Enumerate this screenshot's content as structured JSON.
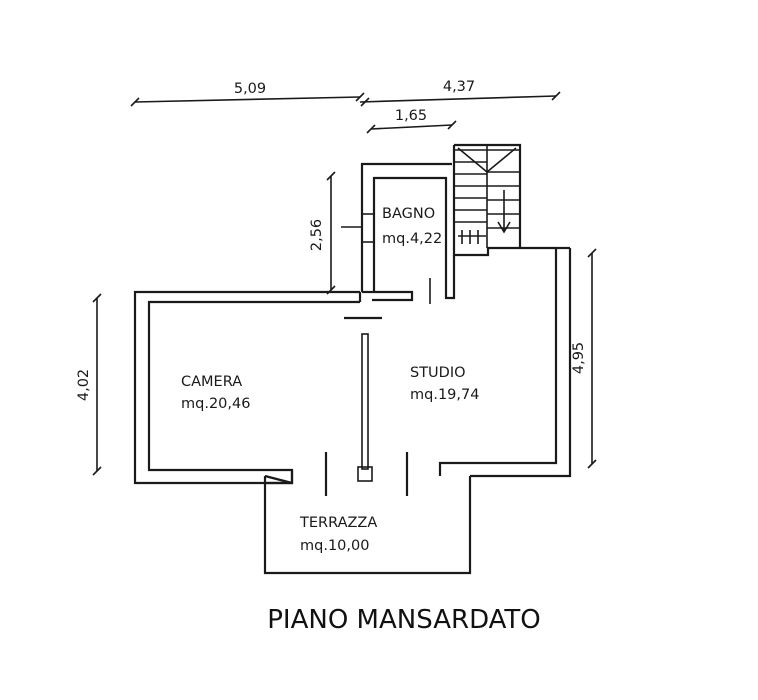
{
  "dimensions": {
    "top_left": "5,09",
    "top_right": "4,37",
    "top_inner": "1,65",
    "bagno_height": "2,56",
    "left_height": "4,02",
    "right_height": "4,95"
  },
  "rooms": {
    "bagno": {
      "name": "BAGNO",
      "area": "mq.4,22"
    },
    "camera": {
      "name": "CAMERA",
      "area": "mq.20,46"
    },
    "studio": {
      "name": "STUDIO",
      "area": "mq.19,74"
    },
    "terrazza": {
      "name": "TERRAZZA",
      "area": "mq.10,00"
    }
  },
  "title": "PIANO MANSARDATO"
}
